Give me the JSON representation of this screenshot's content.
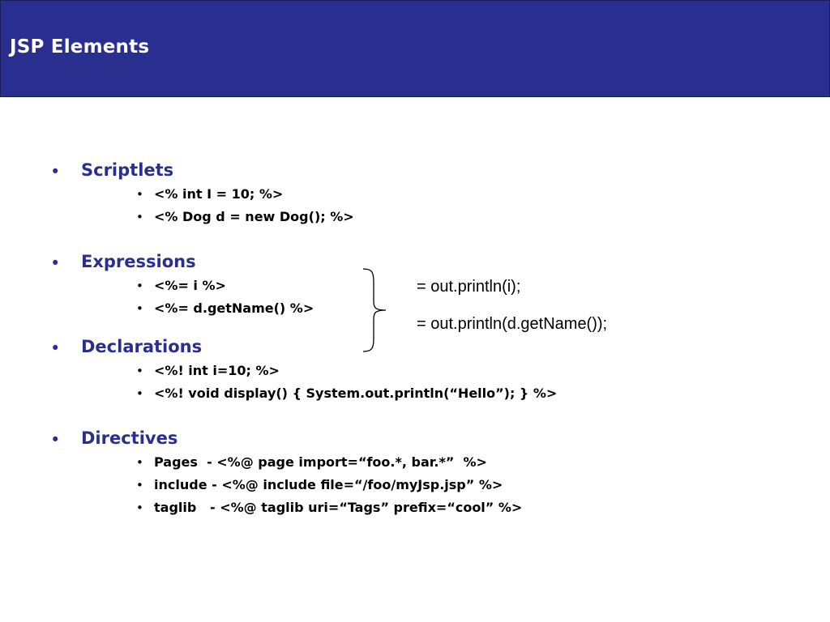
{
  "slide": {
    "title": "JSP Elements"
  },
  "sections": [
    {
      "bullet": "•",
      "heading": "Scriptlets",
      "items": [
        {
          "bullet": "•",
          "text": "<% int I = 10; %>"
        },
        {
          "bullet": "•",
          "text": "<% Dog d = new Dog(); %>"
        }
      ]
    },
    {
      "bullet": "•",
      "heading": "Expressions",
      "items": [
        {
          "bullet": "•",
          "text": "<%= i %>"
        },
        {
          "bullet": "•",
          "text": "<%= d.getName() %>"
        }
      ]
    },
    {
      "bullet": "•",
      "heading": "Declarations",
      "items": [
        {
          "bullet": "•",
          "text": "<%! int i=10; %>"
        },
        {
          "bullet": "•",
          "text": "<%! void display() { System.out.println(“Hello”); } %>"
        }
      ]
    },
    {
      "bullet": "•",
      "heading": "Directives",
      "items": [
        {
          "bullet": "•",
          "text": "Pages  - <%@ page import=“foo.*, bar.*”  %>"
        },
        {
          "bullet": "•",
          "text": "include - <%@ include file=“/foo/myJsp.jsp” %>"
        },
        {
          "bullet": "•",
          "text": "taglib   - <%@ taglib uri=“Tags” prefix=“cool” %>"
        }
      ]
    }
  ],
  "expression_equivalents": [
    "= out.println(i);",
    "= out.println(d.getName());"
  ],
  "colors": {
    "title_bar": "#2a2e8e",
    "heading": "#2a2e8e",
    "body_text": "#000000"
  }
}
